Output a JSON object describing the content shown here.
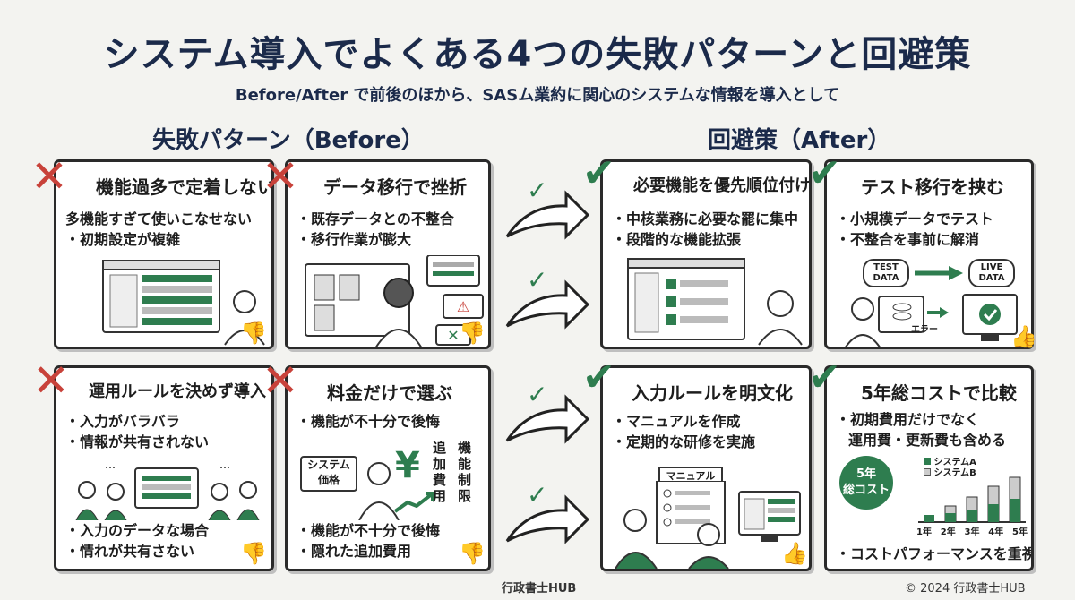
{
  "header": {
    "title": "システム導入でよくある4つの失敗パターンと回避策",
    "subtitle": "Before/After で前後のほから、SASム業約に関心のシステムな情報を導入として"
  },
  "columns": {
    "before": "失敗パターン（Before）",
    "after": "回避策（After）"
  },
  "before": [
    {
      "title": "機能過多で定着しない",
      "items": [
        "多機能すぎて使いこなせない",
        "初期設定が複雑"
      ]
    },
    {
      "title": "データ移行で挫折",
      "items": [
        "既存データとの不整合",
        "移行作業が膨大"
      ]
    },
    {
      "title": "運用ルールを決めず導入",
      "items": [
        "入力がバラバラ",
        "情報が共有されない"
      ],
      "items2": [
        "入力のデータな場合",
        "情れが共有さない"
      ]
    },
    {
      "title": "料金だけで選ぶ",
      "items": [
        "機能が不十分で後悔"
      ],
      "items2": [
        "機能が不十分で後悔",
        "隠れた追加費用"
      ],
      "labels": {
        "system_price": "システム\n価格",
        "yen": "¥",
        "extra_cost": "追加費用",
        "limit": "機能制限"
      }
    }
  ],
  "after": [
    {
      "title": "必要機能を優先順位付け",
      "items": [
        "中核業務に必要な罷に集中",
        "段階的な機能拡張"
      ]
    },
    {
      "title": "テスト移行を挟む",
      "items": [
        "小規模データでテスト",
        "不整合を事前に解消"
      ],
      "labels": {
        "test_data": "TEST\nDATA",
        "live_data": "LIVE\nDATA",
        "error": "エラー"
      }
    },
    {
      "title": "入力ルールを明文化",
      "items": [
        "マニュアルを作成",
        "定期的な研修を実施"
      ],
      "labels": {
        "manual": "マニュアル"
      }
    },
    {
      "title": "5年総コストで比較",
      "items": [
        "初期費用だけでなく",
        "運用費・更新費も含める"
      ],
      "items2": [
        "コストパフォーマンスを重視"
      ],
      "labels": {
        "badge": "5年\n総コスト",
        "legend_a": "システムA",
        "legend_b": "システムB",
        "years": [
          "1年",
          "2年",
          "3年",
          "4年",
          "5年"
        ]
      }
    }
  ],
  "footer": {
    "brand": "行政書士HUB",
    "copyright": "© 2024 行政書士HUB"
  },
  "colors": {
    "navy": "#1b2a4a",
    "red": "#c8423a",
    "green": "#2e7d4f"
  }
}
